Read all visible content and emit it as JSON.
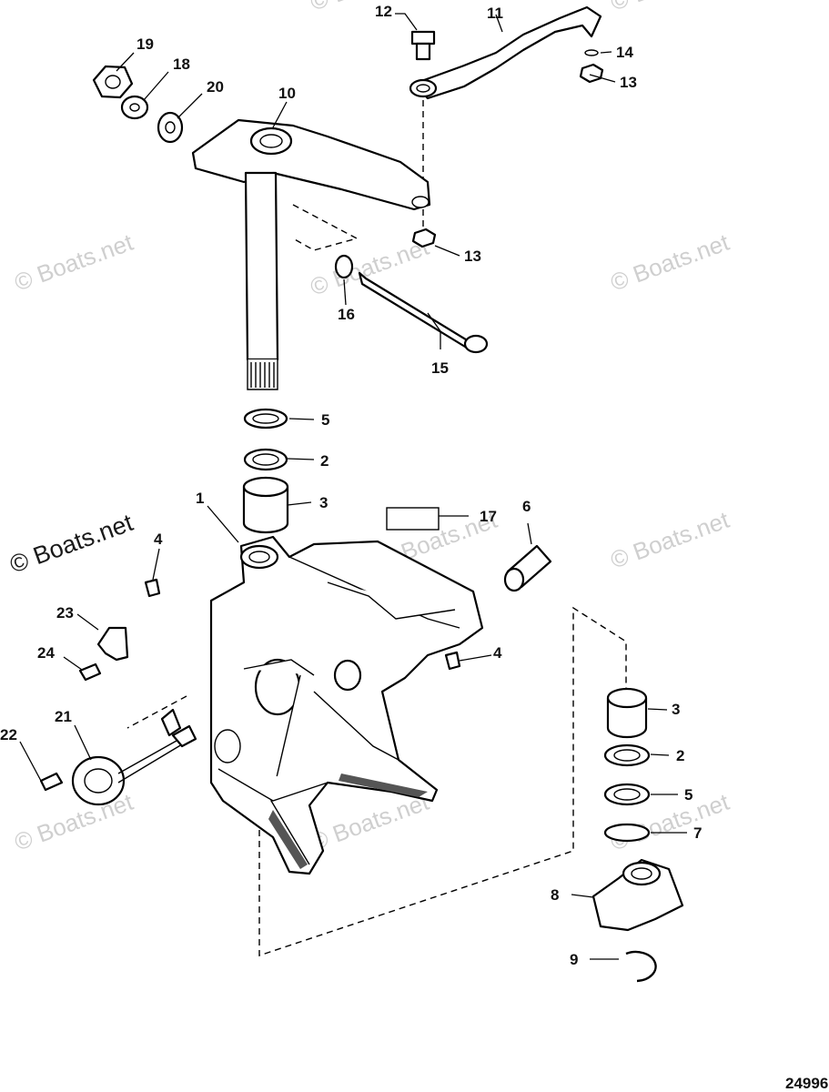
{
  "watermark": {
    "faint_text": "© Boats.net",
    "strong_text": "© Boats.net"
  },
  "figure_number": "24996",
  "callouts": {
    "c1": "1",
    "c2a": "2",
    "c2b": "2",
    "c3a": "3",
    "c3b": "3",
    "c4a": "4",
    "c4b": "4",
    "c5a": "5",
    "c5b": "5",
    "c6": "6",
    "c7": "7",
    "c8": "8",
    "c9": "9",
    "c10": "10",
    "c11": "11",
    "c12": "12",
    "c13a": "13",
    "c13b": "13",
    "c14": "14",
    "c15": "15",
    "c16": "16",
    "c17": "17",
    "c18": "18",
    "c19": "19",
    "c20": "20",
    "c21": "21",
    "c22": "22",
    "c23": "23",
    "c24": "24"
  }
}
